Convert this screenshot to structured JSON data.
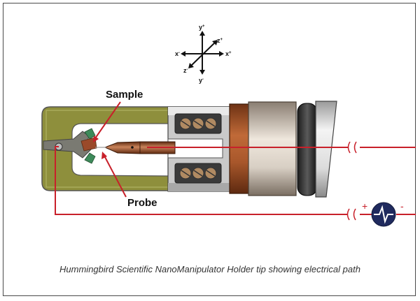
{
  "axes": {
    "y_plus": "y",
    "y_plus_sup": "+",
    "y_minus": "y",
    "y_minus_sup": "-",
    "x_plus": "x",
    "x_plus_sup": "+",
    "x_minus": "x",
    "x_minus_sup": "-",
    "z_plus": "z",
    "z_plus_sup": "+",
    "z_minus": "z",
    "z_minus_sup": "-"
  },
  "labels": {
    "sample": "Sample",
    "probe": "Probe"
  },
  "source": {
    "plus": "+",
    "minus": "-"
  },
  "caption": "Hummingbird Scientific NanoManipulator Holder tip showing electrical path",
  "colors": {
    "wire": "#c8202a",
    "holder_plate": "#8e8f3c",
    "copper": "#a8572b",
    "source_fill": "#1f2a5e",
    "frame": "#4a4a4a"
  }
}
